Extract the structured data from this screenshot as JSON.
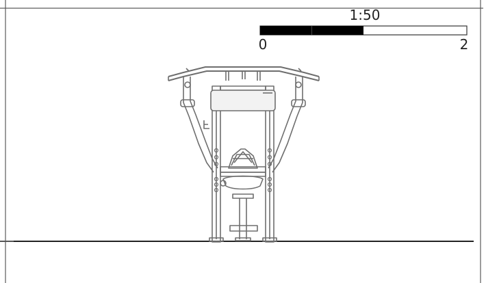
{
  "drawing": {
    "scale_bar": {
      "ratio_label": "1:50",
      "start_label": "0",
      "end_label": "2",
      "filled_fraction": 0.5
    },
    "colors": {
      "line": "#7a7a7a",
      "frame": "#5a5a5a",
      "ground": "#222222",
      "pad": "#f2f2f2",
      "bar_fill": "#000000"
    }
  }
}
